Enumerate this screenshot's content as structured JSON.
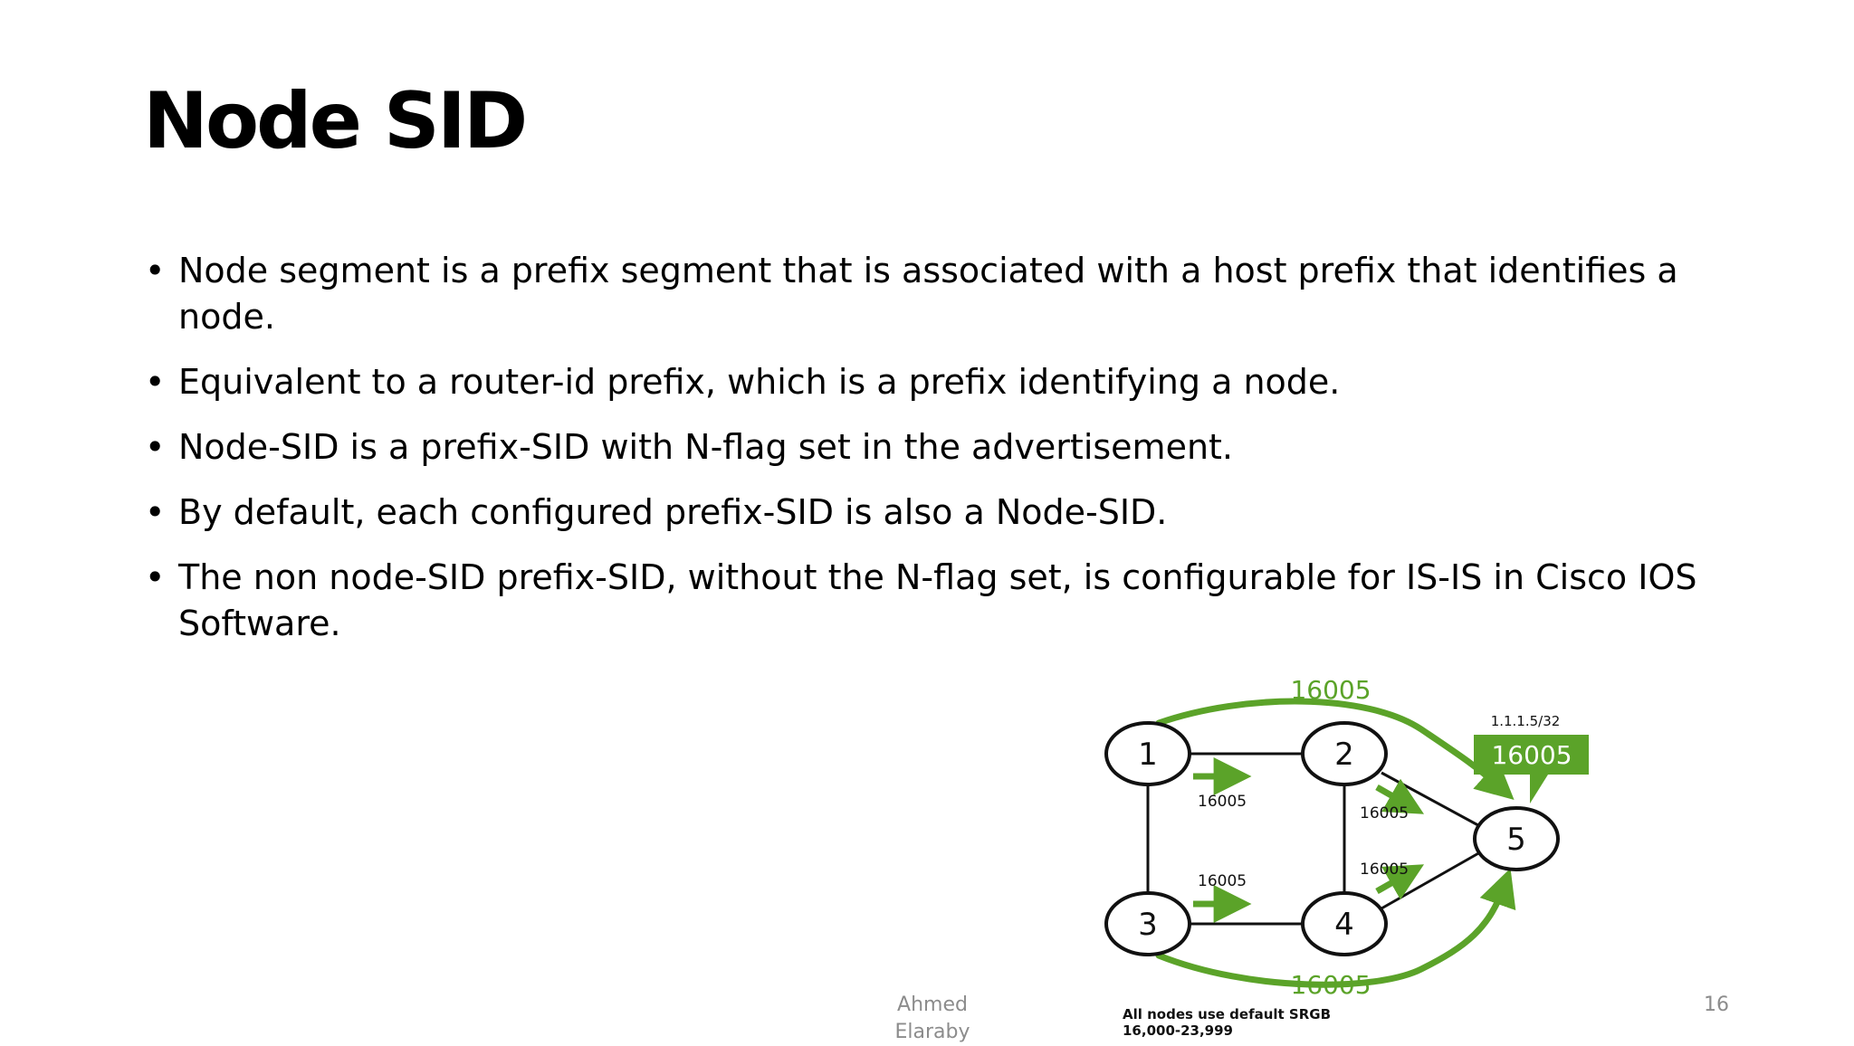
{
  "slide": {
    "title": "Node SID",
    "bullets": [
      "Node segment is a prefix segment that is associated with a host prefix that identifies a node.",
      "Equivalent to a router-id prefix, which is a prefix identifying a node.",
      "Node-SID is a prefix-SID with N-flag set in the advertisement.",
      "By default, each configured prefix-SID is also a Node-SID.",
      "The non node-SID prefix-SID, without the N-flag set, is configurable for IS-IS in Cisco IOS Software."
    ],
    "bullet_symbol": "•"
  },
  "diagram": {
    "nodes": [
      "1",
      "2",
      "3",
      "4",
      "5"
    ],
    "top_path_label": "16005",
    "bottom_path_label": "16005",
    "prefix_label": "1.1.1.5/32",
    "callout_label": "16005",
    "link_labels": {
      "node1": "16005",
      "node2": "16005",
      "node3": "16005",
      "node4": "16005"
    },
    "note_line1": "All nodes use default SRGB",
    "note_line2": "16,000-23,999",
    "colors": {
      "accent": "#5ba329",
      "node_stroke": "#111111",
      "text": "#111111"
    }
  },
  "footer": {
    "author": "Ahmed Elaraby",
    "page_number": "16"
  }
}
